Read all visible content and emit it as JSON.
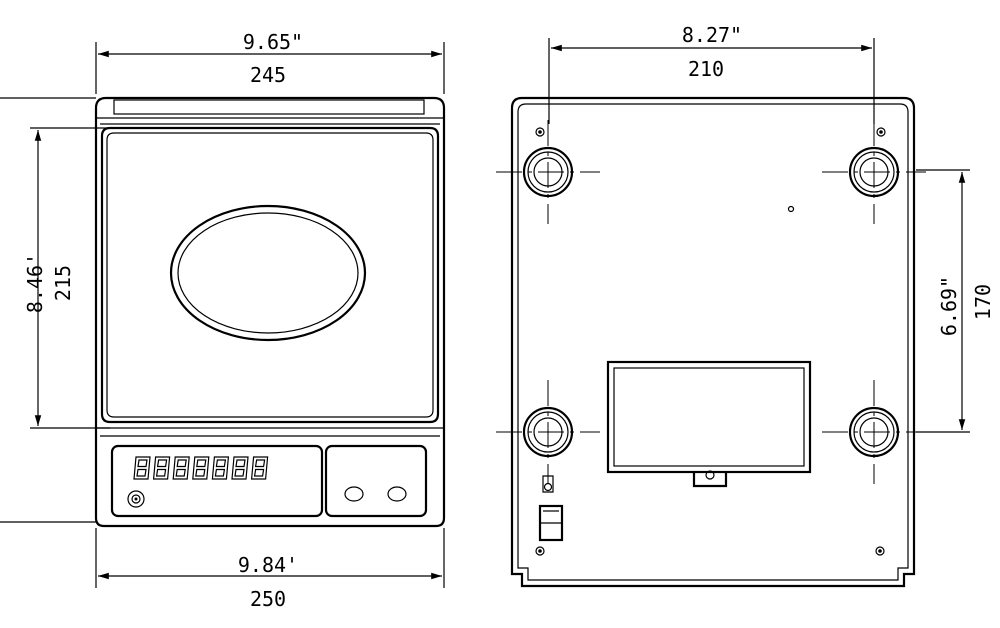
{
  "front_view": {
    "dims": {
      "top_width_in": "9.65\"",
      "top_width_mm": "245",
      "left_height_in": "8.46'",
      "left_height_mm": "215",
      "bottom_width_in": "9.84'",
      "bottom_width_mm": "250"
    },
    "display": {
      "segment_digit_count": 7,
      "button_count": 2
    }
  },
  "bottom_view": {
    "dims": {
      "top_width_in": "8.27\"",
      "top_width_mm": "210",
      "right_height_in": "6.69\"",
      "right_height_mm": "170"
    },
    "foot_count": 4
  }
}
